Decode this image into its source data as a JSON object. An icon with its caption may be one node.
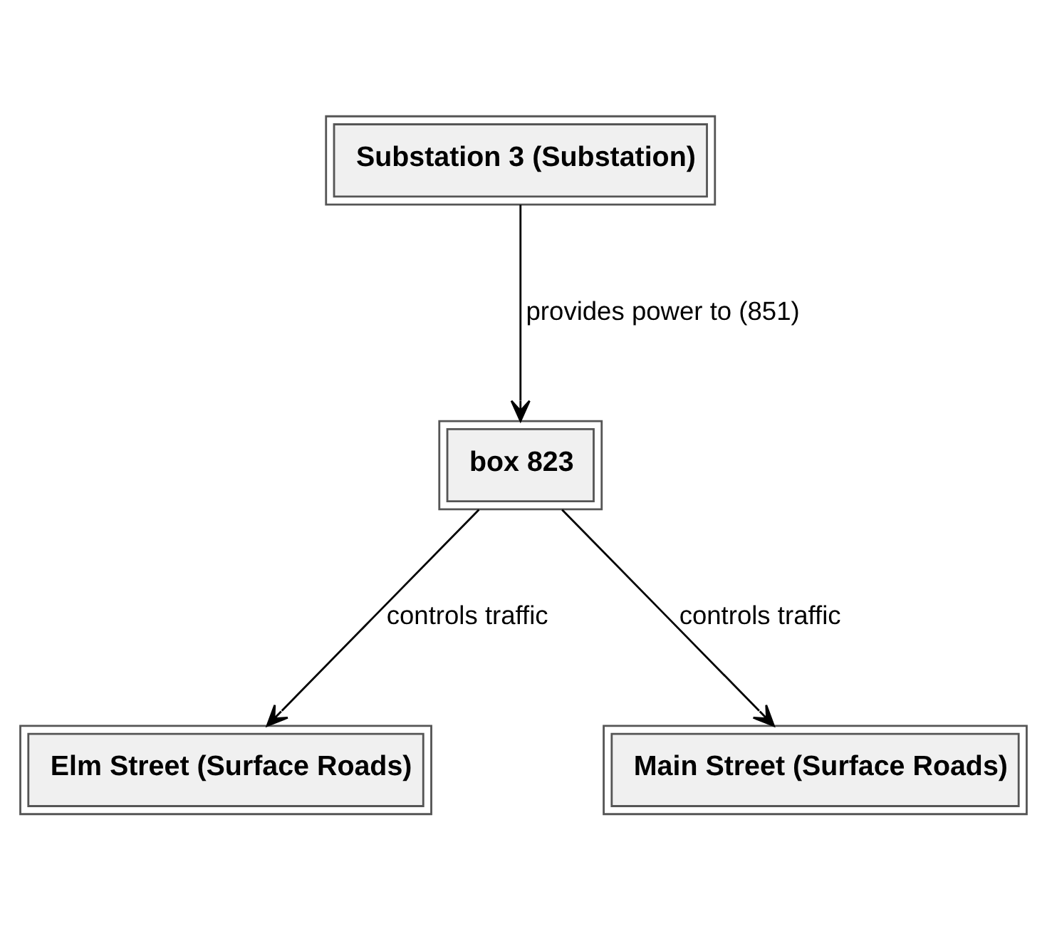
{
  "diagram": {
    "nodes": [
      {
        "text": [
          "Substation 3 (Substation)"
        ]
      },
      {
        "text": [
          "box 823"
        ]
      },
      {
        "text": [
          "Elm Street (Surface Roads)"
        ]
      },
      {
        "text": [
          "Main Street (Surface Roads)"
        ]
      }
    ],
    "edges": [
      {
        "from": 0,
        "to": 1,
        "arrow": "to",
        "label": "provides power to (851)"
      },
      {
        "from": 1,
        "to": 2,
        "arrow": "to",
        "label": "controls traffic"
      },
      {
        "from": 1,
        "to": 3,
        "arrow": "to",
        "label": "controls traffic"
      }
    ]
  }
}
